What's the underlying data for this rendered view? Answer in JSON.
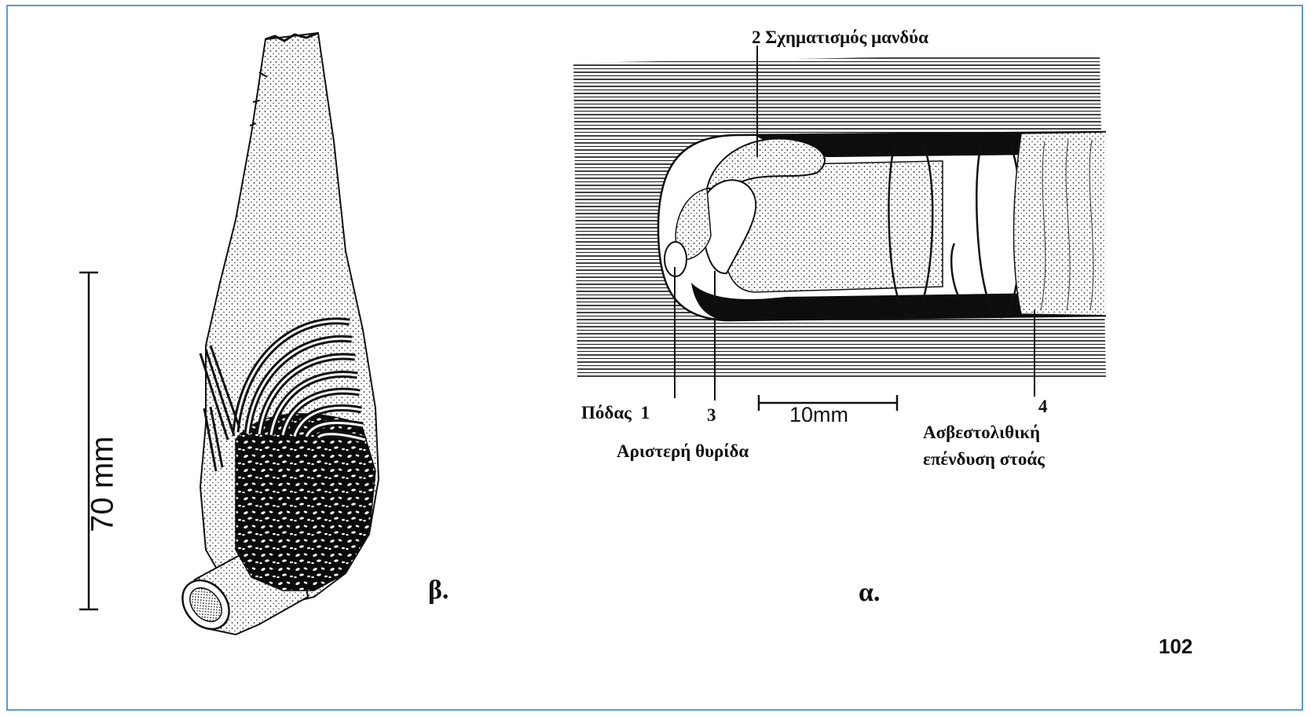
{
  "figure": {
    "page_number": "102",
    "panel_beta": {
      "label": "β.",
      "scale_bar_label": "70 mm"
    },
    "panel_alpha": {
      "label": "α.",
      "scale_bar_label": "10mm",
      "callouts": [
        {
          "number": "1",
          "text": "Πόδας"
        },
        {
          "number": "2",
          "text": "Σχηματισμός μανδύα"
        },
        {
          "number": "3",
          "text": "Αριστερή θυρίδα"
        },
        {
          "number": "4",
          "text": "Ασβεστολιθική επένδυση στοάς",
          "line1": "Ασβεστολιθική",
          "line2": "επένδυση στοάς"
        }
      ]
    },
    "colors": {
      "frame_border": "#5b9bd5",
      "ink": "#111111"
    }
  }
}
